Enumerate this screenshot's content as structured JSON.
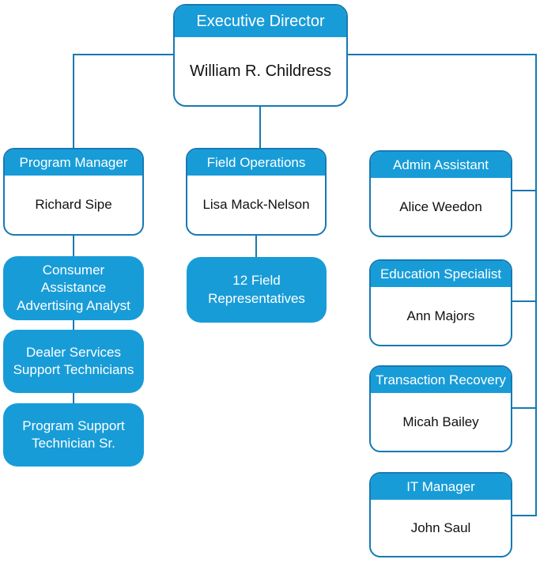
{
  "org": {
    "executive": {
      "title": "Executive Director",
      "name": "William R. Childress"
    },
    "program_manager": {
      "title": "Program Manager",
      "name": "Richard Sipe"
    },
    "field_operations": {
      "title": "Field Operations",
      "name": "Lisa Mack-Nelson"
    },
    "admin_assistant": {
      "title": "Admin Assistant",
      "name": "Alice Weedon"
    },
    "education_specialist": {
      "title": "Education Specialist",
      "name": "Ann Majors"
    },
    "transaction_recovery": {
      "title": "Transaction Recovery",
      "name": "Micah Bailey"
    },
    "it_manager": {
      "title": "IT Manager",
      "name": "John Saul"
    },
    "consumer_assistance": {
      "label": "Consumer Assistance\nAdvertising Analyst"
    },
    "dealer_services": {
      "label": "Dealer Services\nSupport Technicians"
    },
    "program_support": {
      "label": "Program Support\nTechnician Sr."
    },
    "field_reps": {
      "label": "12 Field\nRepresentatives"
    }
  },
  "colors": {
    "fill": "#189CD8",
    "border": "#1779B4",
    "header_text": "#FFFFFF",
    "body_text": "#111111"
  }
}
